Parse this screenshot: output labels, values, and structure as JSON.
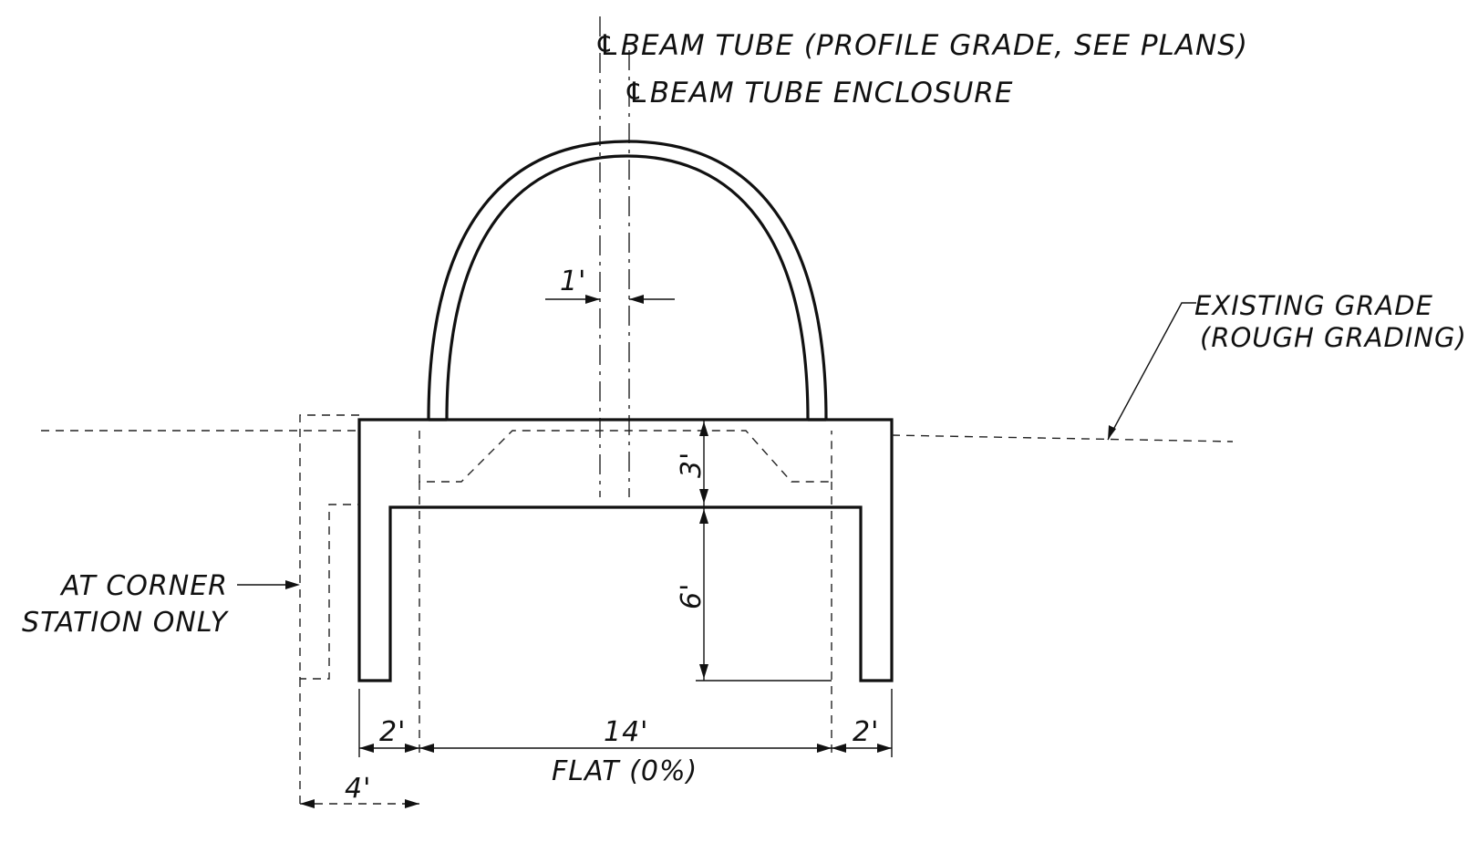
{
  "labels": {
    "cl_beam_tube": "℄BEAM  TUBE  (PROFILE  GRADE,  SEE  PLANS)",
    "cl_enclosure": "℄BEAM  TUBE  ENCLOSURE",
    "existing_grade_line1": "EXISTING  GRADE",
    "existing_grade_line2": "(ROUGH  GRADING)",
    "corner_line1": "AT  CORNER",
    "corner_line2": "STATION  ONLY",
    "flat": "FLAT  (0%)"
  },
  "dimensions": {
    "offset": "1'",
    "slab_thickness": "3'",
    "wall_height": "6'",
    "left_wall": "2'",
    "interior_width": "14'",
    "right_wall": "2'",
    "corner_extension": "4'"
  }
}
